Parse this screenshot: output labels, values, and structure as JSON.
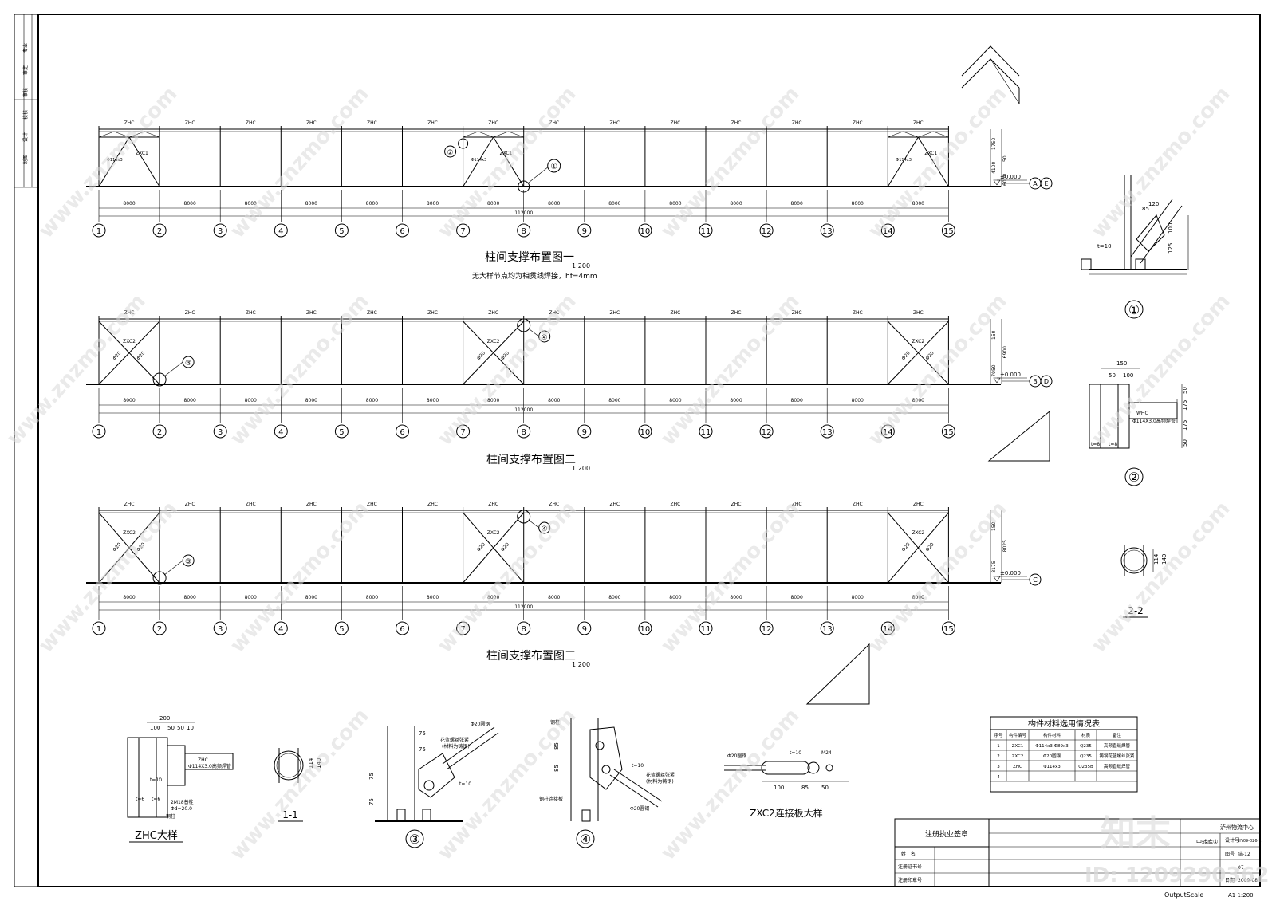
{
  "sidebar": {
    "labels": [
      "专业",
      "审定",
      "审核",
      "校核",
      "设计",
      "制图"
    ]
  },
  "elevations": [
    {
      "title": "柱间支撑布置图一",
      "scale": "1:200",
      "note": "无大样节点均为相贯线焊接，hf=4mm",
      "axis_label": "A E",
      "level": "±0.000",
      "span_label": "8000",
      "total_label": "112000",
      "member_top": "ZHC",
      "brace_label": "ZXC1",
      "pipe_label": "Φ114x3",
      "dims_right": [
        "1750",
        "50",
        "4100",
        "6000"
      ],
      "callouts": [
        "①",
        "②"
      ]
    },
    {
      "title": "柱间支撑布置图二",
      "scale": "1:200",
      "axis_label": "B D",
      "level": "±0.000",
      "span_label": "8000",
      "total_label": "112000",
      "member_top": "ZHC",
      "brace_label": "ZXC2",
      "pipe_label": "Φ20",
      "dims_right": [
        "150",
        "6900",
        "7050"
      ],
      "callouts": [
        "③",
        "④"
      ]
    },
    {
      "title": "柱间支撑布置图三",
      "scale": "1:200",
      "axis_label": "C",
      "level": "±0.000",
      "span_label": "8000",
      "total_label": "112000",
      "member_top": "ZHC",
      "brace_label": "ZXC2",
      "pipe_label": "Φ20",
      "dims_right": [
        "150",
        "8025",
        "8175"
      ],
      "callouts": [
        "③",
        "④"
      ]
    }
  ],
  "grid_numbers": [
    "1",
    "2",
    "3",
    "4",
    "5",
    "6",
    "7",
    "8",
    "9",
    "10",
    "11",
    "12",
    "13",
    "14",
    "15"
  ],
  "details": {
    "d1_label": "①",
    "d2_label": "②",
    "d22_label": "2-2",
    "zhc_label": "ZHC大样",
    "s11_label": "1-1",
    "d3_label": "③",
    "d4_label": "④",
    "zxc2_label": "ZXC2连接板大样",
    "d1_dims": [
      "85",
      "120",
      "t=10",
      "100",
      "125"
    ],
    "d2_dims": [
      "150",
      "50",
      "100",
      "WHC",
      "Φ114X3.0高频焊管",
      "t=8",
      "t=8",
      "50",
      "175",
      "175",
      "50"
    ],
    "d22_dims": [
      "114",
      "140"
    ],
    "zhc_dims": [
      "200",
      "100",
      "50",
      "50",
      "10",
      "ZHC",
      "Φ114X3.0高频焊管",
      "2M18普栓",
      "Φd=20.0",
      "t=10",
      "t=6",
      "t=6",
      "钢柱"
    ],
    "s11_dims": [
      "114",
      "140"
    ],
    "d3_dims": [
      "Φ20圆钢",
      "花篮螺丝张紧",
      "(材料为铸钢)",
      "75",
      "75",
      "t=10",
      "75",
      "75"
    ],
    "d4_dims": [
      "钢柱",
      "85",
      "85",
      "t=10",
      "花篮螺丝张紧",
      "(材料为铸钢)",
      "Φ20圆钢",
      "钢柱连接板"
    ],
    "zxc2_dims": [
      "Φ20圆钢",
      "t=10",
      "M24",
      "100",
      "85",
      "50"
    ]
  },
  "material_table": {
    "title": "构件材料选用情况表",
    "headers": [
      "序号",
      "构件编号",
      "构件材料",
      "材质",
      "备注"
    ],
    "rows": [
      [
        "1",
        "ZXC1",
        "Φ114x3,Φ89x3",
        "Q235",
        "高频直缝焊管"
      ],
      [
        "2",
        "ZXC2",
        "Φ20圆钢",
        "Q235",
        "铸钢花篮螺丝张紧"
      ],
      [
        "3",
        "ZHC",
        "Φ114x3",
        "Q235B",
        "高频直缝焊管"
      ],
      [
        "4",
        "",
        "",
        "",
        ""
      ]
    ]
  },
  "title_block": {
    "stamp_label": "注册执业签章",
    "name_label": "姓　名",
    "cert_label": "注册证书号",
    "seal_label": "注册印章号",
    "project": "泸州物流中心",
    "project_sub": "中转库①",
    "drawing_no_label": "设计号",
    "drawing_no": "HY09-026-1",
    "sheet_label": "图号",
    "sheet_no": "结-12",
    "version": "07",
    "date_label": "日期",
    "date": "2009-08"
  },
  "footer": {
    "output_scale": "OutputScale",
    "paper": "A1  1:200"
  },
  "watermarks": {
    "site": "www.znzmo.com",
    "brand": "知末",
    "id_text": "ID: 1209290362"
  }
}
